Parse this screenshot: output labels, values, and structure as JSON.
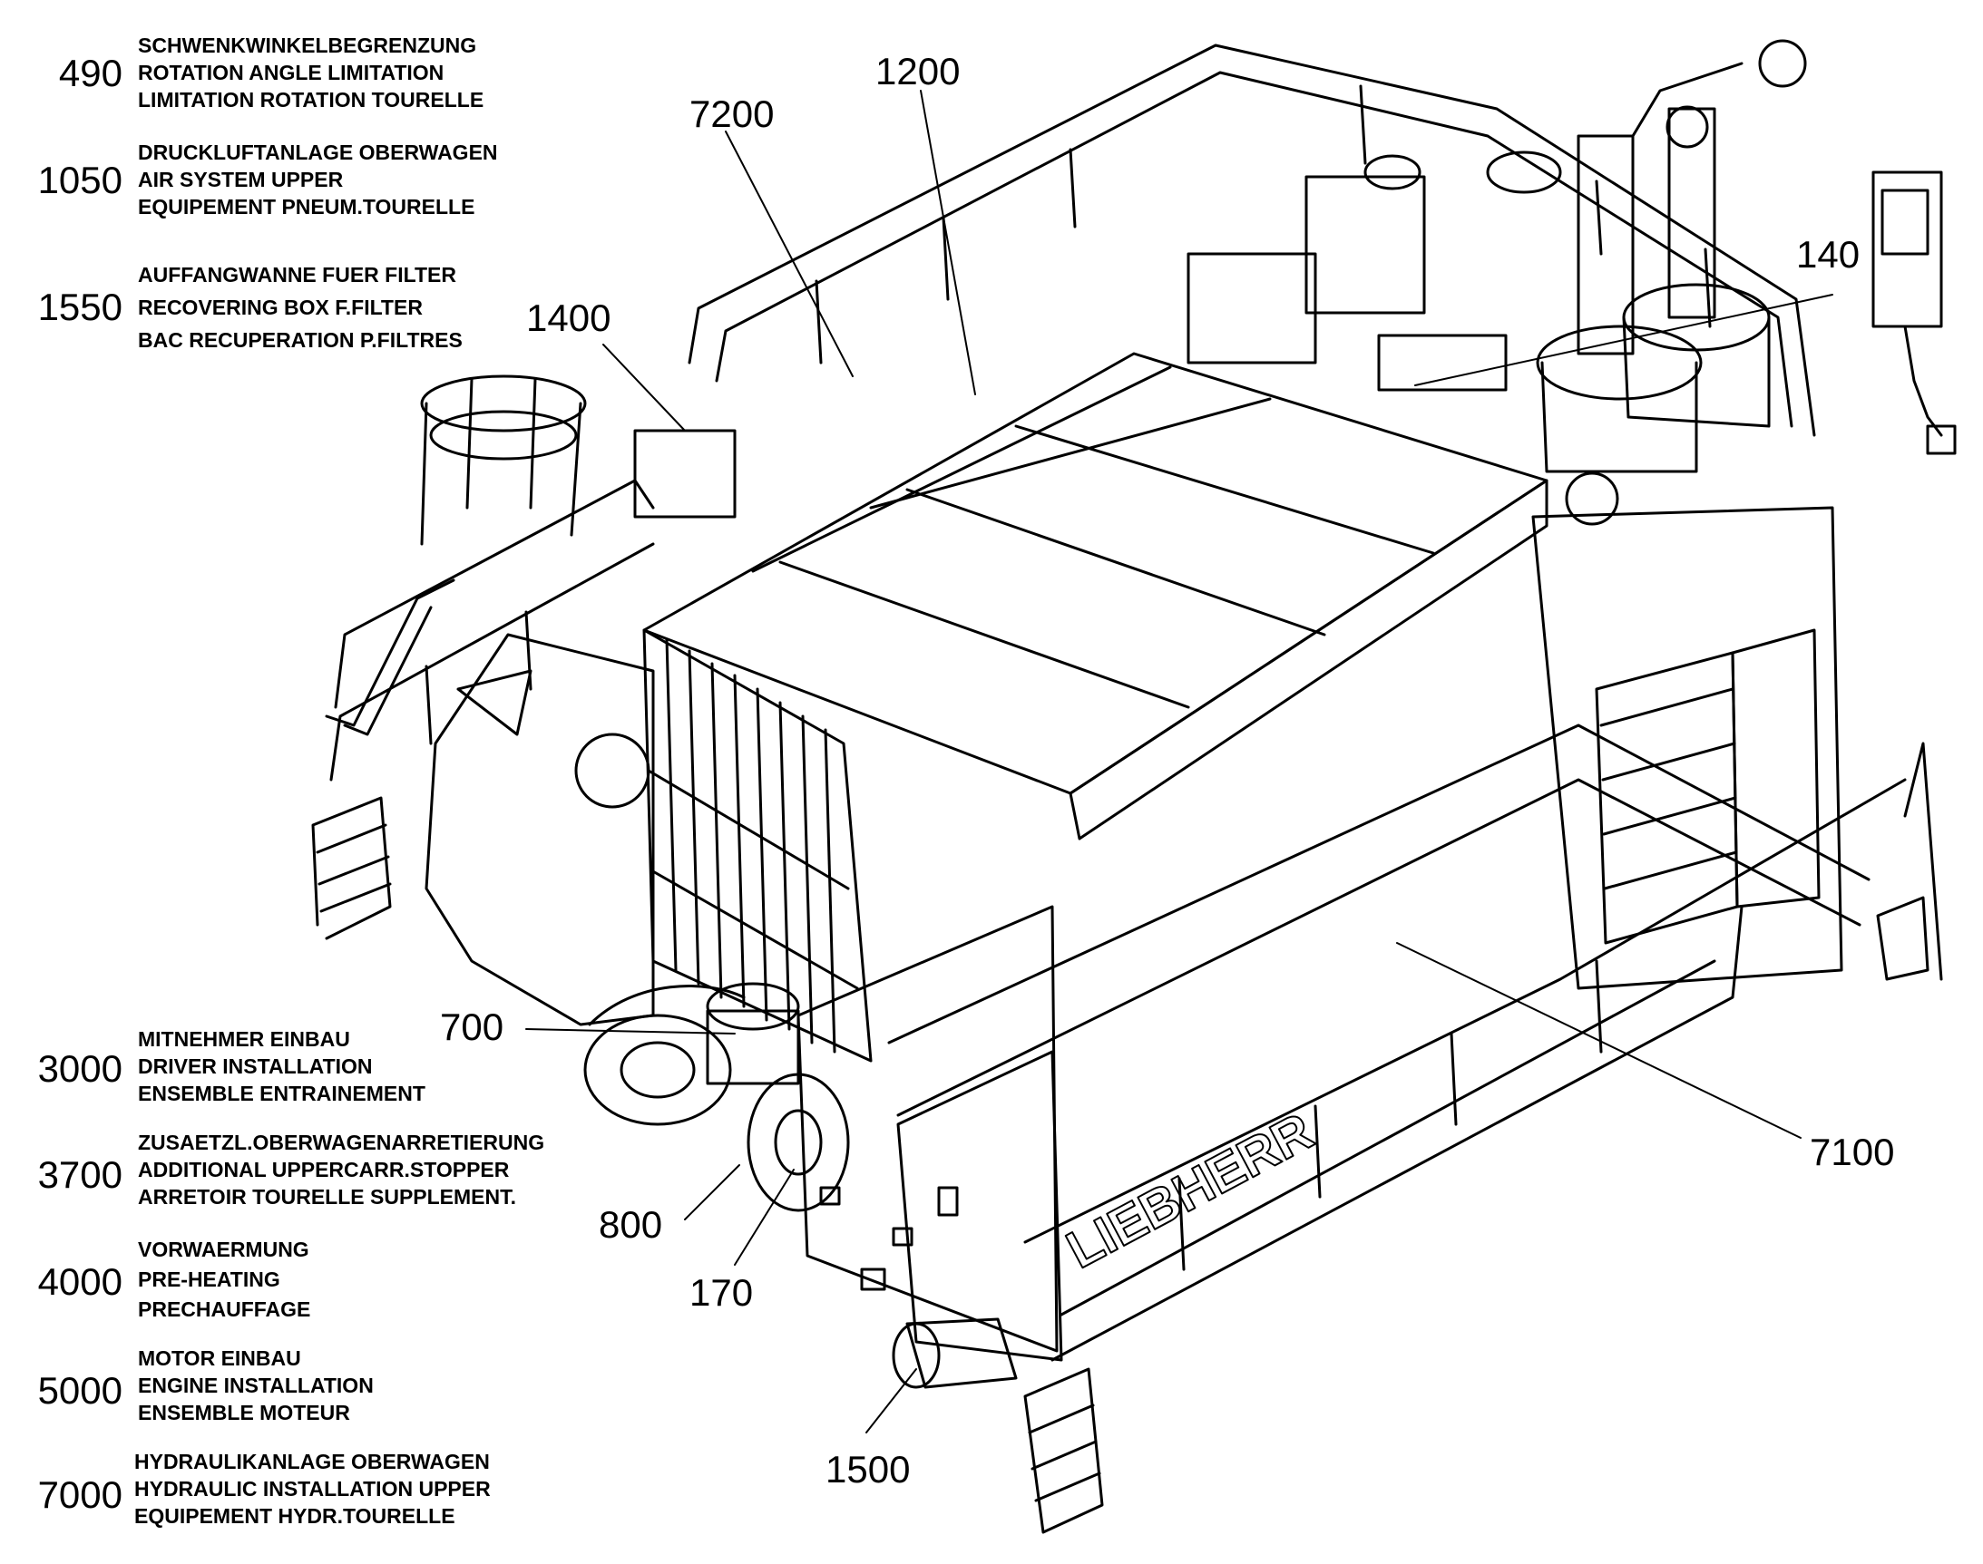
{
  "legend": [
    {
      "number": "490",
      "lines": [
        "SCHWENKWINKELBEGRENZUNG",
        "ROTATION ANGLE LIMITATION",
        "LIMITATION ROTATION TOURELLE"
      ]
    },
    {
      "number": "1050",
      "lines": [
        "DRUCKLUFTANLAGE OBERWAGEN",
        "AIR SYSTEM UPPER",
        "EQUIPEMENT PNEUM.TOURELLE"
      ]
    },
    {
      "number": "1550",
      "lines": [
        "AUFFANGWANNE FUER FILTER",
        "RECOVERING BOX F.FILTER",
        "BAC RECUPERATION P.FILTRES"
      ]
    },
    {
      "number": "3000",
      "lines": [
        "MITNEHMER EINBAU",
        "DRIVER INSTALLATION",
        "ENSEMBLE ENTRAINEMENT"
      ]
    },
    {
      "number": "3700",
      "lines": [
        "ZUSAETZL.OBERWAGENARRETIERUNG",
        "ADDITIONAL UPPERCARR.STOPPER",
        "ARRETOIR TOURELLE SUPPLEMENT."
      ]
    },
    {
      "number": "4000",
      "lines": [
        "VORWAERMUNG",
        "PRE-HEATING",
        "PRECHAUFFAGE"
      ]
    },
    {
      "number": "5000",
      "lines": [
        "MOTOR EINBAU",
        "ENGINE INSTALLATION",
        "ENSEMBLE MOTEUR"
      ]
    },
    {
      "number": "7000",
      "lines": [
        "HYDRAULIKANLAGE OBERWAGEN",
        "HYDRAULIC INSTALLATION UPPER",
        "EQUIPEMENT HYDR.TOURELLE"
      ]
    }
  ],
  "callouts": {
    "c1200": "1200",
    "c7200": "7200",
    "c140": "140",
    "c1400": "1400",
    "c700": "700",
    "c7100": "7100",
    "c800": "800",
    "c170": "170",
    "c1500": "1500"
  },
  "brand_text": "LIEBHERR"
}
